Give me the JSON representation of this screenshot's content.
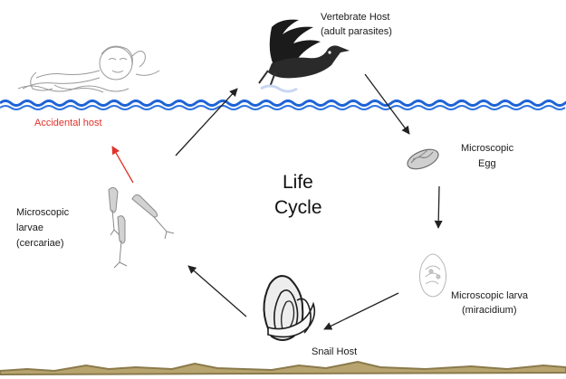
{
  "diagram": {
    "center_line1": "Life",
    "center_line2": "Cycle",
    "vertebrate_host_line1": "Vertebrate Host",
    "vertebrate_host_line2": "(adult parasites)",
    "egg_line1": "Microscopic",
    "egg_line2": "Egg",
    "miracidium_line1": "Microscopic larva",
    "miracidium_line2": "(miracidium)",
    "snail_host": "Snail Host",
    "cercariae_line1": "Microscopic",
    "cercariae_line2": "larvae",
    "cercariae_line3": "(cercariae)",
    "accidental_host": "Accidental host"
  },
  "colors": {
    "water": "#1e63d6",
    "ground": "#8a7a4c",
    "accidental": "#e0322b",
    "arrow": "#222222"
  },
  "icons": [
    "swimmer-icon",
    "duck-icon",
    "egg-icon",
    "miracidium-icon",
    "snail-icon",
    "cercaria-icon"
  ]
}
